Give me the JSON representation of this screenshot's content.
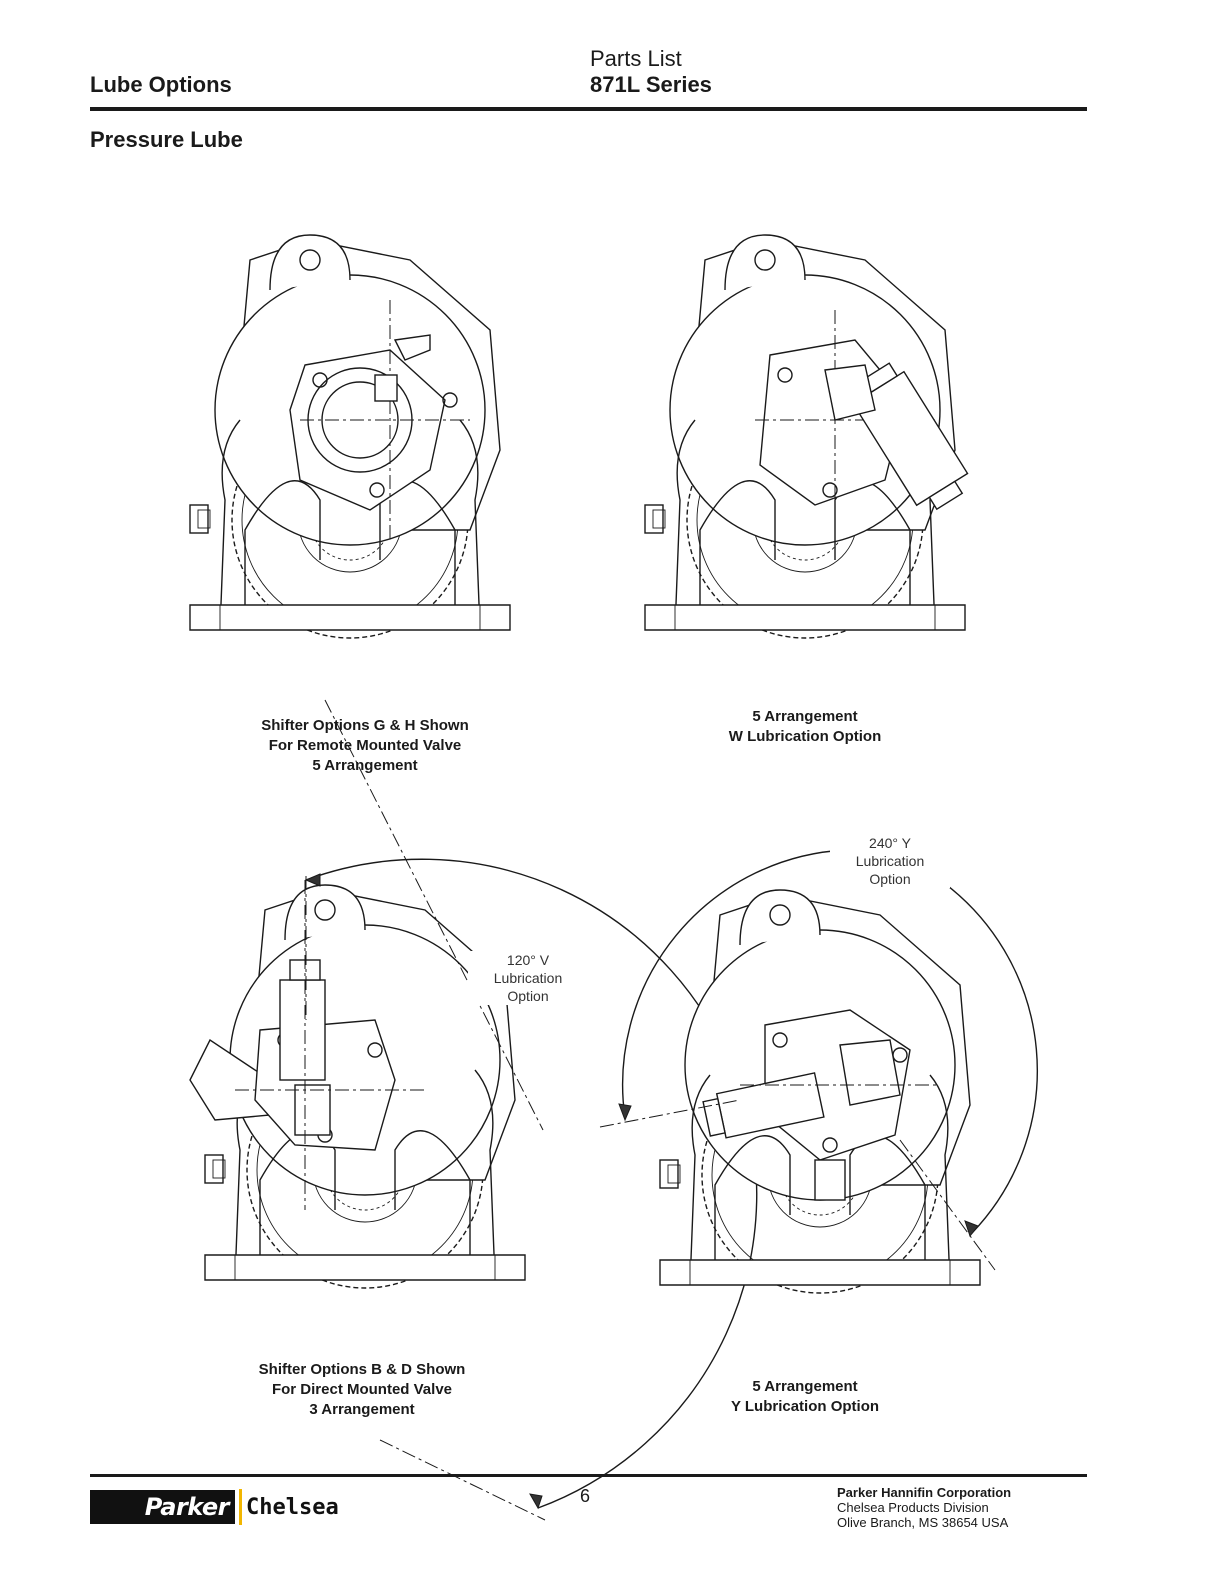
{
  "header": {
    "section": "Lube Options",
    "doc_type": "Parts List",
    "series": "871L Series"
  },
  "section_title": "Pressure Lube",
  "figures": [
    {
      "caption": [
        "Shifter Options G & H Shown",
        "For Remote Mounted Valve",
        "5 Arrangement"
      ]
    },
    {
      "caption": [
        "5 Arrangement",
        "W Lubrication Option"
      ]
    },
    {
      "caption": [
        "Shifter Options B & D Shown",
        "For Direct Mounted Valve",
        "3 Arrangement"
      ],
      "angle_label": [
        "120° V",
        "Lubrication",
        "Option"
      ]
    },
    {
      "caption": [
        "5 Arrangement",
        "Y Lubrication Option"
      ],
      "angle_label": [
        "240° Y",
        "Lubrication",
        "Option"
      ]
    }
  ],
  "footer": {
    "page_number": "6",
    "logo": {
      "brand": "Parker",
      "division": "Chelsea",
      "accent_color": "#f2b600"
    },
    "company": "Parker Hannifin Corporation",
    "division": "Chelsea Products Division",
    "address": "Olive Branch, MS 38654  USA"
  }
}
